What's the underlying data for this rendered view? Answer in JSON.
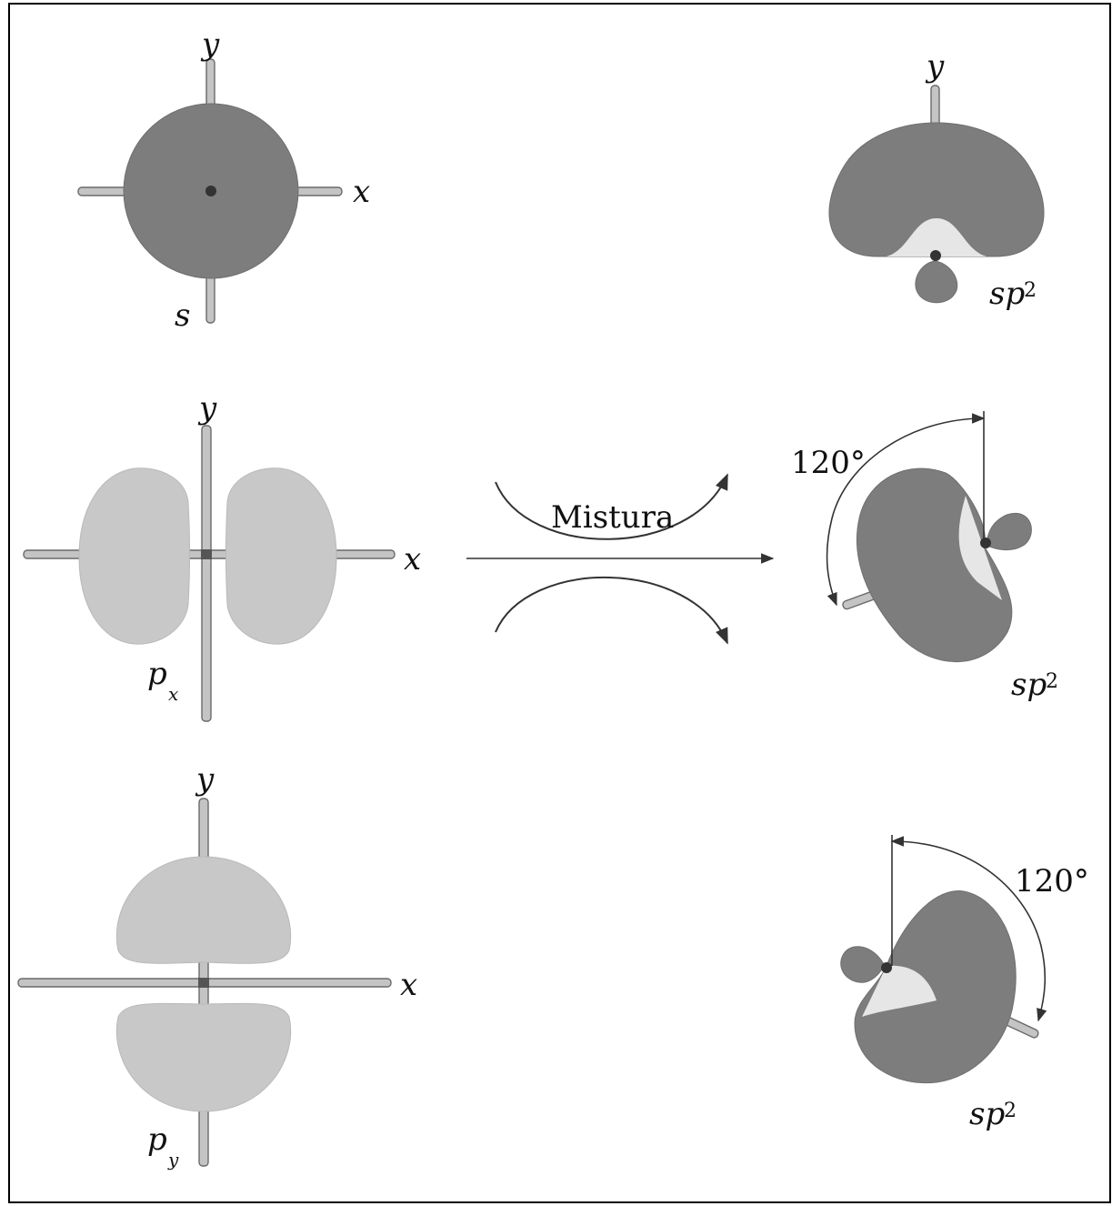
{
  "orbitals": {
    "s": {
      "label": "s",
      "x_axis": "x",
      "y_axis": "y"
    },
    "px": {
      "label": "p",
      "subscript": "x",
      "x_axis": "x",
      "y_axis": "y"
    },
    "py": {
      "label": "p",
      "subscript": "y",
      "x_axis": "x",
      "y_axis": "y"
    }
  },
  "mixing": {
    "label": "Mistura"
  },
  "hybrids": [
    {
      "label": "sp",
      "superscript": "2",
      "y_axis": "y"
    },
    {
      "label": "sp",
      "superscript": "2",
      "angle": "120°"
    },
    {
      "label": "sp",
      "superscript": "2",
      "angle": "120°"
    }
  ],
  "colors": {
    "lobe_dark": "#7d7d7d",
    "lobe_light": "#c8c8c8",
    "axis": "#c4c4c4",
    "border": "#000000"
  }
}
